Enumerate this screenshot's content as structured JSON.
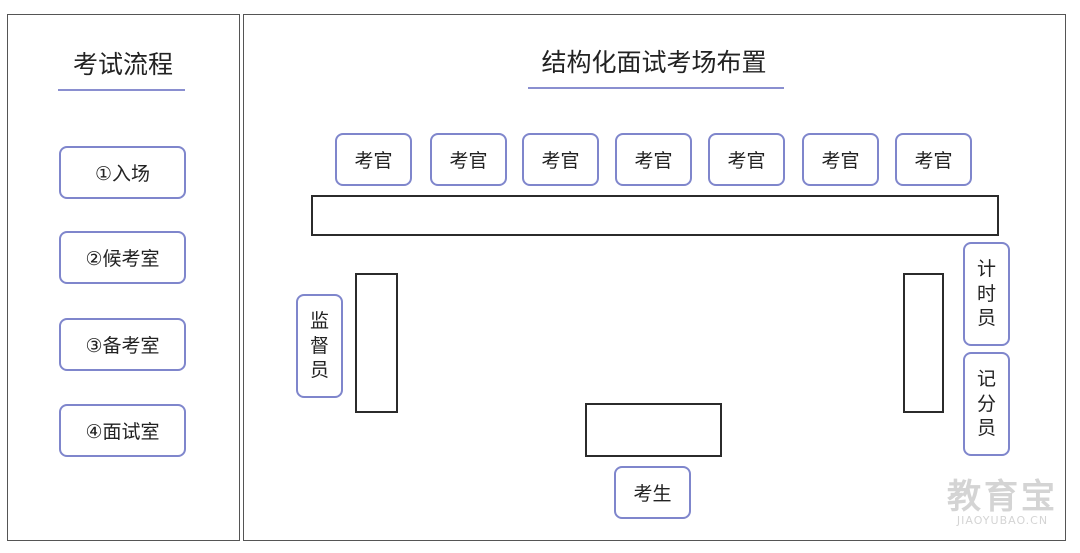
{
  "left": {
    "title": "考试流程",
    "steps": [
      "①入场",
      "②候考室",
      "③备考室",
      "④面试室"
    ]
  },
  "room": {
    "title": "结构化面试考场布置",
    "examiners": [
      "考官",
      "考官",
      "考官",
      "考官",
      "考官",
      "考官",
      "考官"
    ],
    "proctor": [
      "监",
      "督",
      "员"
    ],
    "timer": [
      "计",
      "时",
      "员"
    ],
    "scorer": [
      "记",
      "分",
      "员"
    ],
    "candidate": "考生"
  },
  "watermark": {
    "main": "教育宝",
    "sub": "JIAOYUBAO.CN"
  },
  "colors": {
    "accent": "#7f86cc",
    "border": "#2b2b2b"
  }
}
